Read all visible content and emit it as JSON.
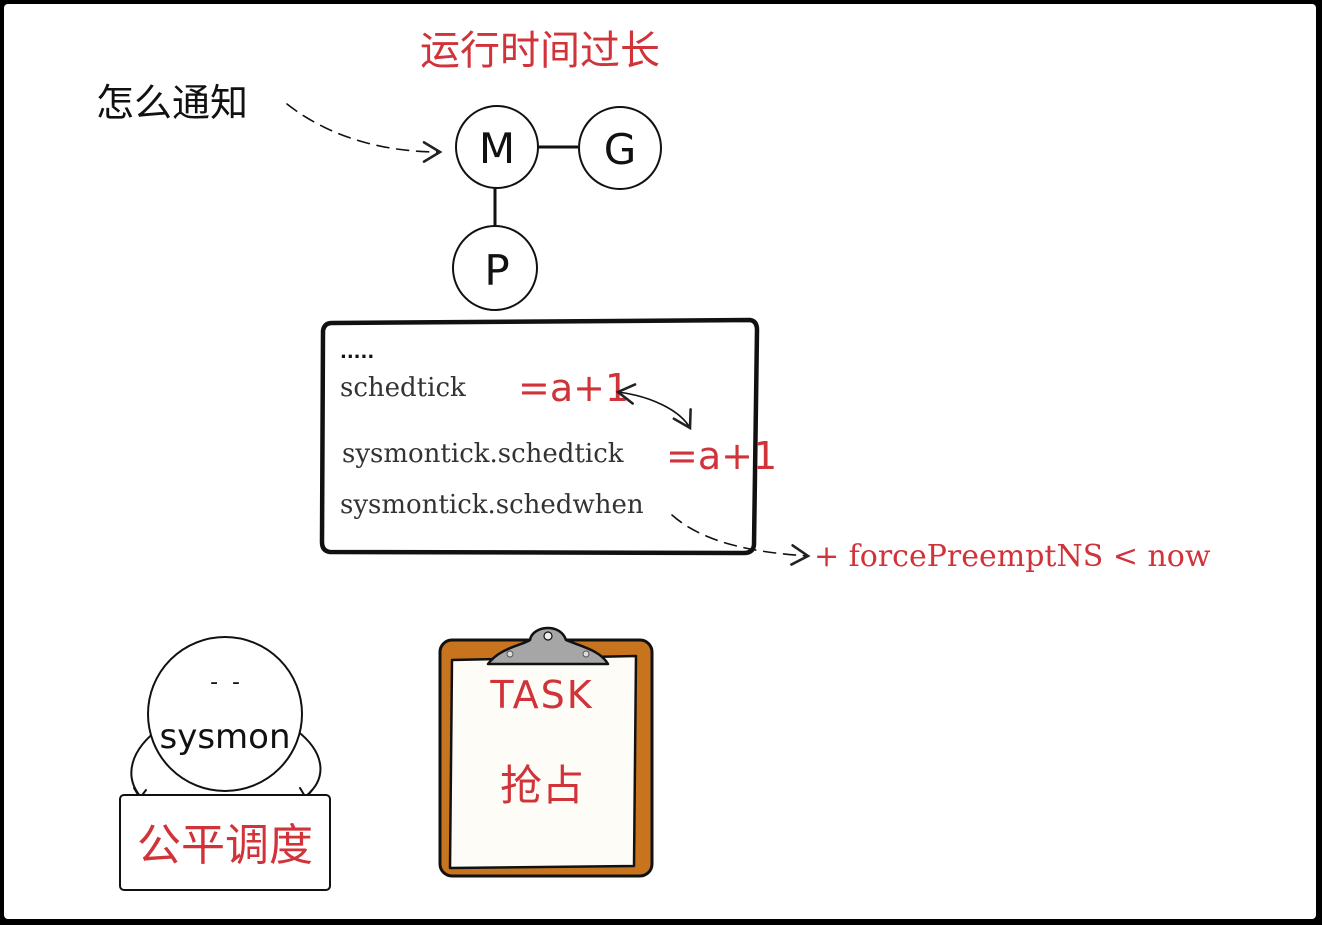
{
  "title": "运行时间过长",
  "notify_label": "怎么通知",
  "nodes": {
    "m": "M",
    "g": "G",
    "p": "P"
  },
  "code_box": {
    "ellipsis": ".....",
    "line1": "schedtick",
    "line1_expr": "=a+1",
    "line2": "sysmontick.schedtick",
    "line2_expr": "=a+1",
    "line3": "sysmontick.schedwhen"
  },
  "condition": "+ forcePreemptNS < now",
  "sysmon": {
    "eyes": "-  -",
    "name": "sysmon",
    "sign": "公平调度"
  },
  "task_board": {
    "title": "TASK",
    "action": "抢占"
  },
  "colors": {
    "accent_red": "#d0333a",
    "ink": "#111111",
    "clipboard_wood": "#c8741e",
    "clip_gray": "#a6a6a6"
  }
}
